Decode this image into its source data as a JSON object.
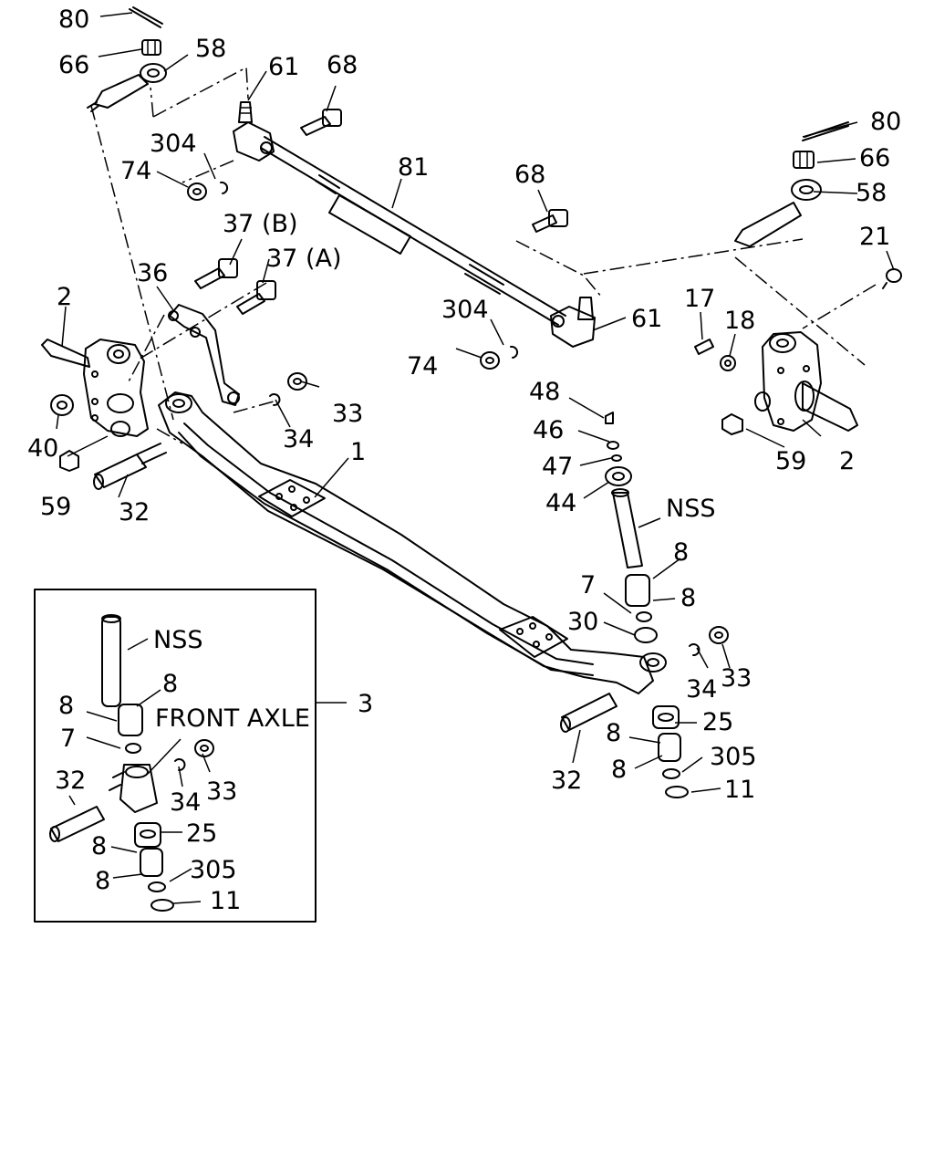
{
  "labels": {
    "p80": "80",
    "p66": "66",
    "p58": "58",
    "p61": "61",
    "p68": "68",
    "p304": "304",
    "p74": "74",
    "p81": "81",
    "p37b": "37 (B)",
    "p37a": "37 (A)",
    "p36": "36",
    "p2": "2",
    "p40": "40",
    "p59": "59",
    "p32": "32",
    "p33": "33",
    "p34": "34",
    "p1": "1",
    "p17": "17",
    "p18": "18",
    "p21": "21",
    "p48": "48",
    "p46": "46",
    "p47": "47",
    "p44": "44",
    "nss": "NSS",
    "p8": "8",
    "p7": "7",
    "p30": "30",
    "p25": "25",
    "p305": "305",
    "p11": "11",
    "p3": "3"
  },
  "inset": {
    "title": "FRONT AXLE"
  }
}
